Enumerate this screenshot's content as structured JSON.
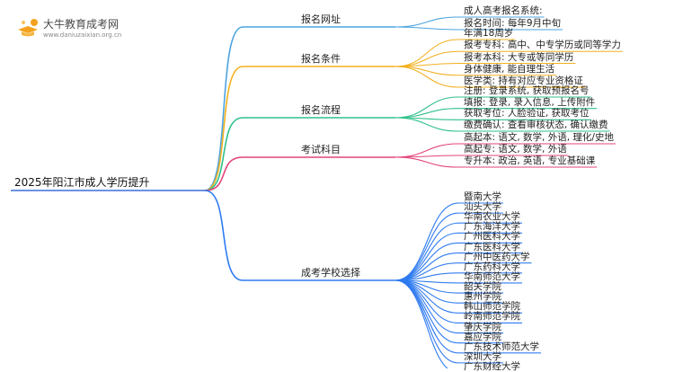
{
  "logo": {
    "title": "大牛教育成考网",
    "url": "www.daniuzaixian.org.cn"
  },
  "colors": {
    "branches": [
      "#4ba3e0",
      "#f2b01e",
      "#2fc08a",
      "#e2457a",
      "#2f7bf0"
    ]
  },
  "mindmap": {
    "root": "2025年阳江市成人学历提升",
    "branches": [
      {
        "label": "报名网址",
        "items": [
          "成人高考报名系统:",
          "报名时间: 每年9月中旬"
        ]
      },
      {
        "label": "报名条件",
        "items": [
          "年满18周岁",
          "报考专科: 高中、中专学历或同等学力",
          "报考本科: 大专或等同学历",
          "身体健康, 能自理生活",
          "医学类: 持有对应专业资格证"
        ]
      },
      {
        "label": "报名流程",
        "items": [
          "注册: 登录系统, 获取预报名号",
          "填报: 登录, 录入信息, 上传附件",
          "获取考位: 人脸验证, 获取考位",
          "缴费确认: 查看审核状态, 确认缴费"
        ]
      },
      {
        "label": "考试科目",
        "items": [
          "高起本: 语文, 数学, 外语, 理化/史地",
          "高起专: 语文, 数学, 外语",
          "专升本: 政治, 英语, 专业基础课"
        ]
      },
      {
        "label": "成考学校选择",
        "items": [
          "暨南大学",
          "汕头大学",
          "华南农业大学",
          "广东海洋大学",
          "广州医科大学",
          "广东医科大学",
          "广州中医药大学",
          "广东药科大学",
          "华南师范大学",
          "韶关学院",
          "惠州学院",
          "韩山师范学院",
          "岭南师范学院",
          "肇庆学院",
          "嘉应学院",
          "广东技术师范大学",
          "深圳大学",
          "广东财经大学"
        ]
      }
    ]
  }
}
